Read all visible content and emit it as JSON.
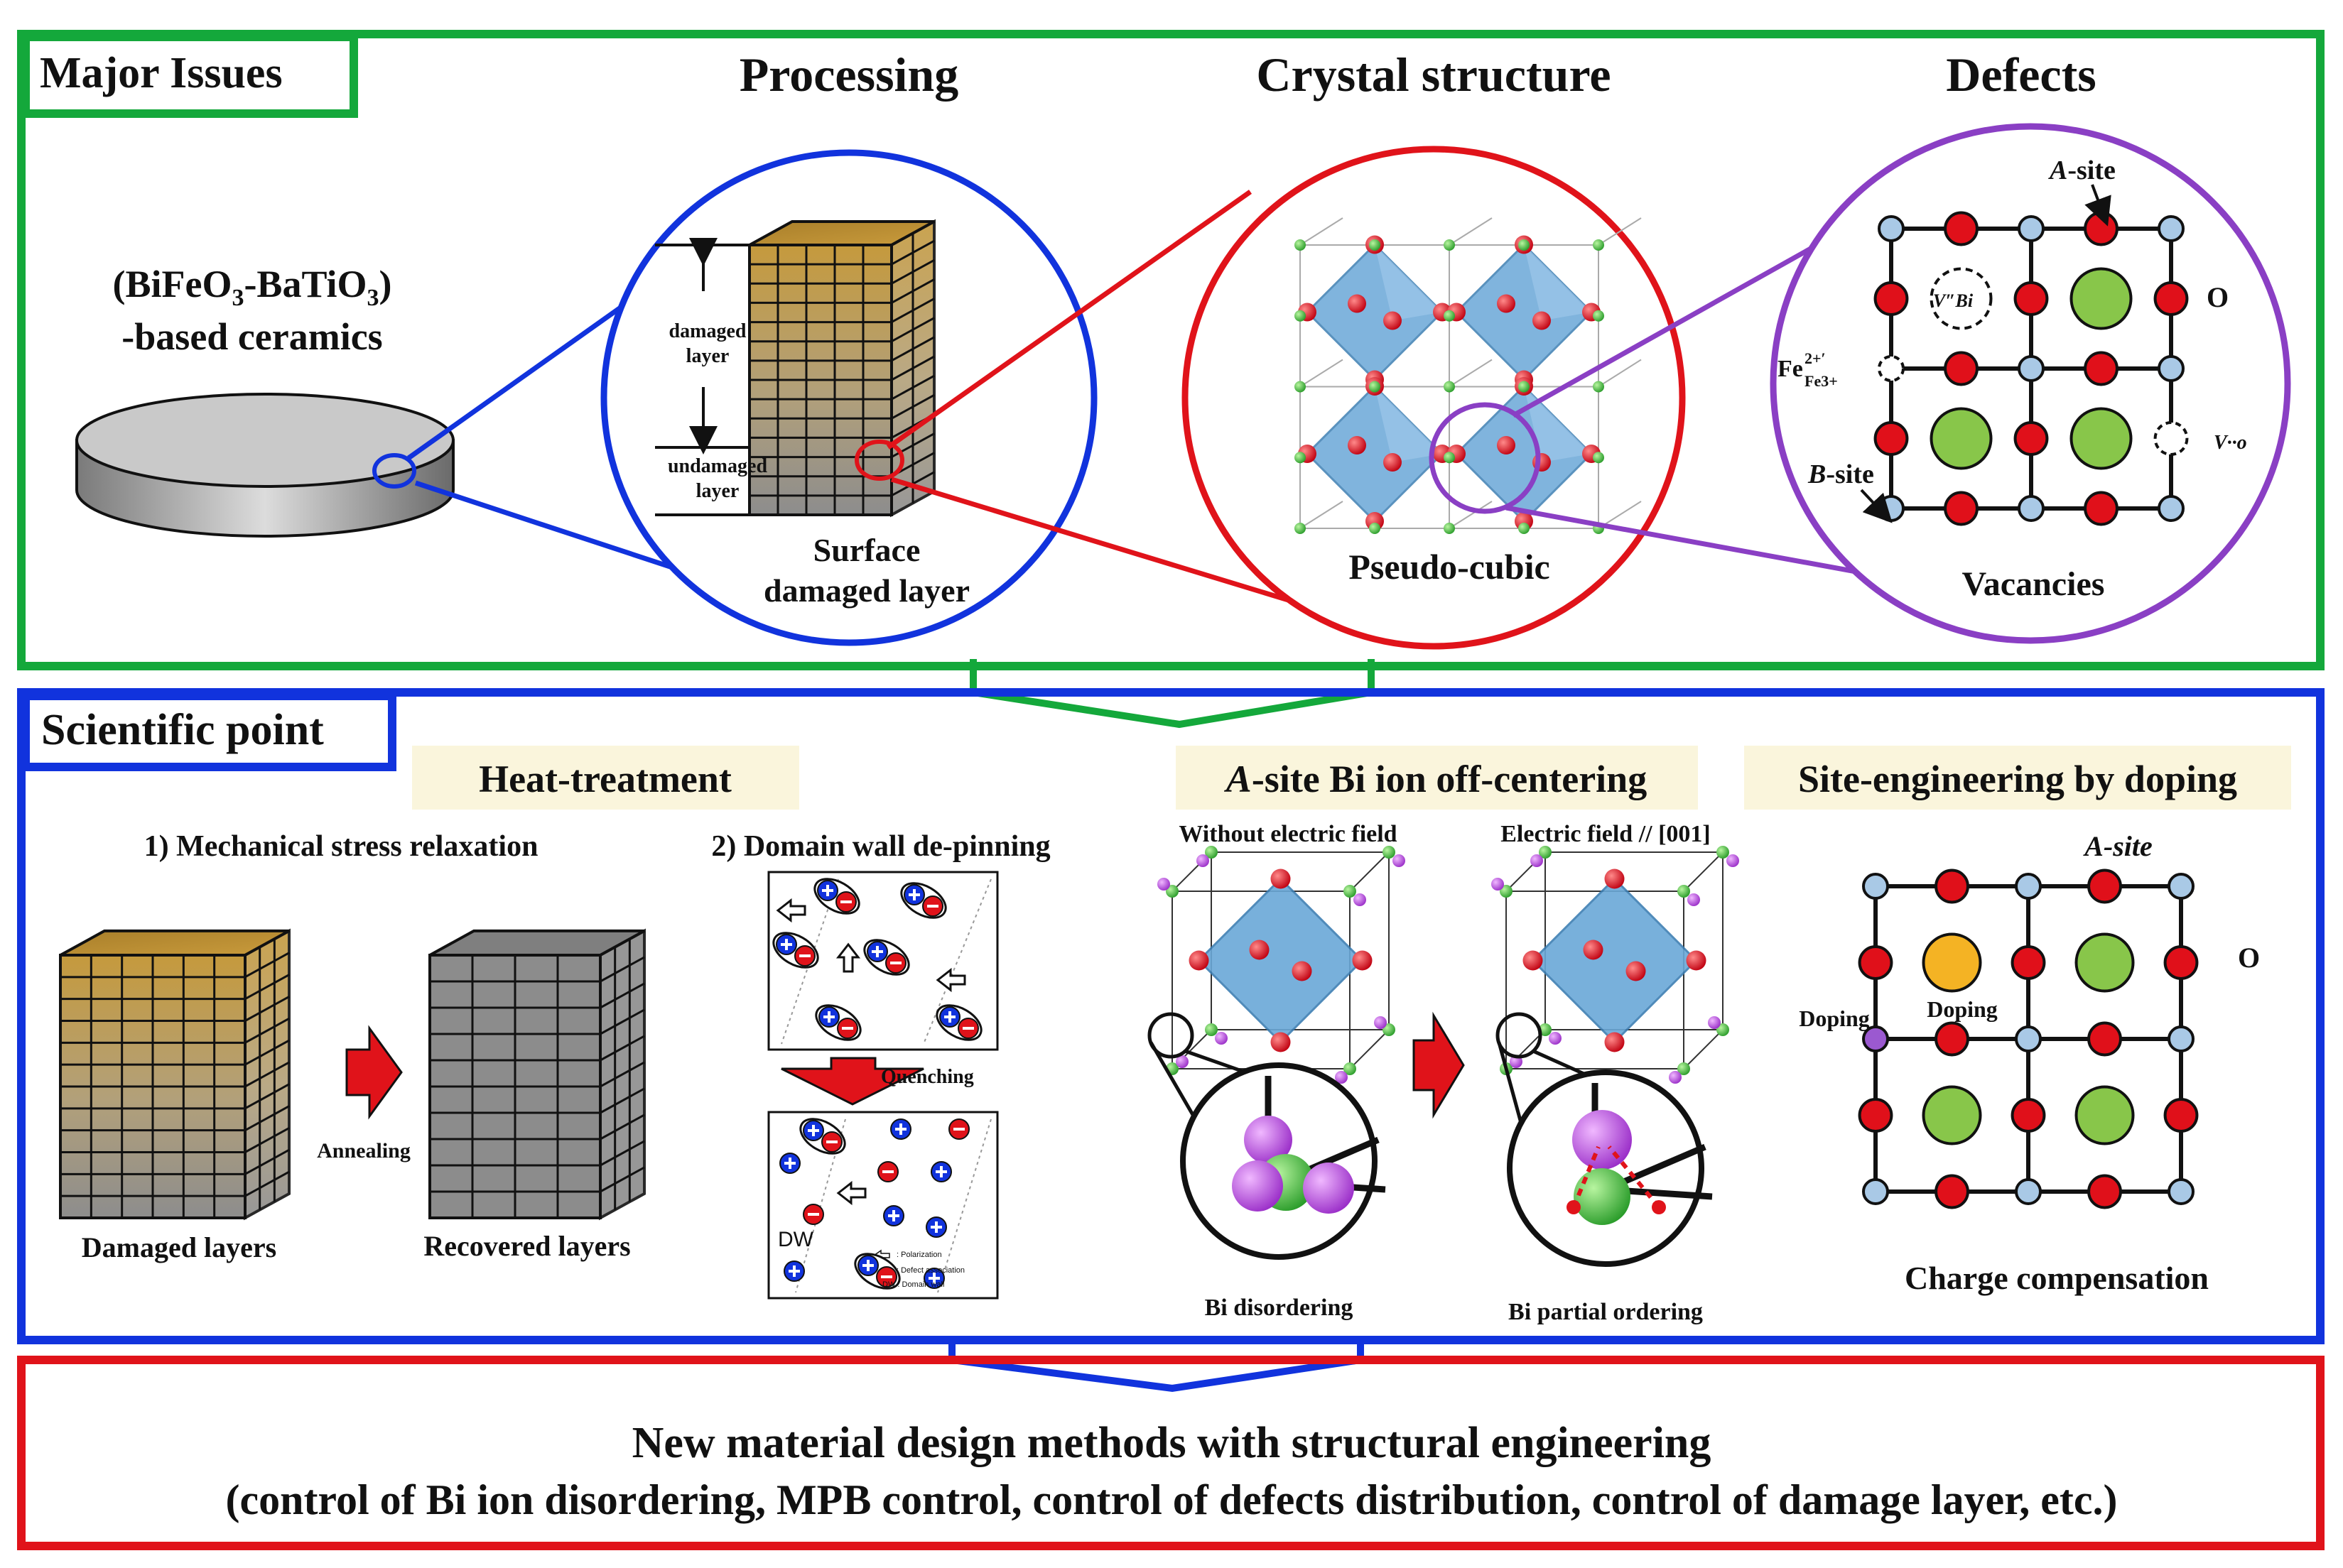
{
  "colors": {
    "top_frame": "#14a83b",
    "mid_frame": "#1133dd",
    "bottom_frame": "#e0131a",
    "purple": "#8a3fc4",
    "red_atom": "#e0101a",
    "blue_atom": "#a9c9e6",
    "green_atom": "#88c64a",
    "orange_atom": "#f4b324",
    "purple_atom": "#9b59d0",
    "octahedron": "#6aa8d8",
    "highlight_bg": "#faf5dc"
  },
  "major": {
    "title": "Major Issues",
    "processing": "Processing",
    "crystal": "Crystal structure",
    "defects": "Defects",
    "ceramic_line1": "(BiFeO",
    "ceramic_sub1": "3",
    "ceramic_mid": "-BaTiO",
    "ceramic_sub2": "3",
    "ceramic_end": ")",
    "ceramic_line2": "-based ceramics",
    "damaged_layer_1": "damaged",
    "damaged_layer_2": "layer",
    "undamaged_layer_1": "undamaged",
    "undamaged_layer_2": "layer",
    "surface_1": "Surface",
    "surface_2": "damaged layer",
    "pseudo_cubic": "Pseudo-cubic",
    "a_site_italic": "A",
    "a_site_rest": "-site",
    "b_site_italic": "B",
    "b_site_rest": "-site",
    "o_label": "O",
    "vbi": "V″Bi",
    "vo": "V··o",
    "fe_main": "Fe",
    "fe_sup": "2+′",
    "fe_sub": "Fe3+",
    "vacancies": "Vacancies"
  },
  "scientific": {
    "title": "Scientific point",
    "heat_treatment": "Heat-treatment",
    "stress": "1) Mechanical stress relaxation",
    "domain_wall": "2) Domain wall de-pinning",
    "annealing": "Annealing",
    "damaged_layers": "Damaged layers",
    "recovered_layers": "Recovered layers",
    "quenching": "Quenching",
    "dw": "DW",
    "legend_polarization": ": Polarization",
    "legend_defect": ": Defect association",
    "legend_dw": "DW : Domain wall",
    "offcenter_italic": "A",
    "offcenter_rest": "-site Bi ion off-centering",
    "without_field": "Without electric field",
    "with_field": "Electric field // [001]",
    "bi_disordering": "Bi disordering",
    "bi_partial": "Bi partial ordering",
    "site_engineering": "Site-engineering by doping",
    "a_site": "A-site",
    "o_label": "O",
    "doping_left": "Doping",
    "doping_center": "Doping",
    "charge_compensation": "Charge compensation"
  },
  "conclusion": {
    "line1": "New material design methods with structural engineering",
    "line2": "(control of Bi ion disordering, MPB control,  control of defects distribution, control of damage layer, etc.)"
  }
}
